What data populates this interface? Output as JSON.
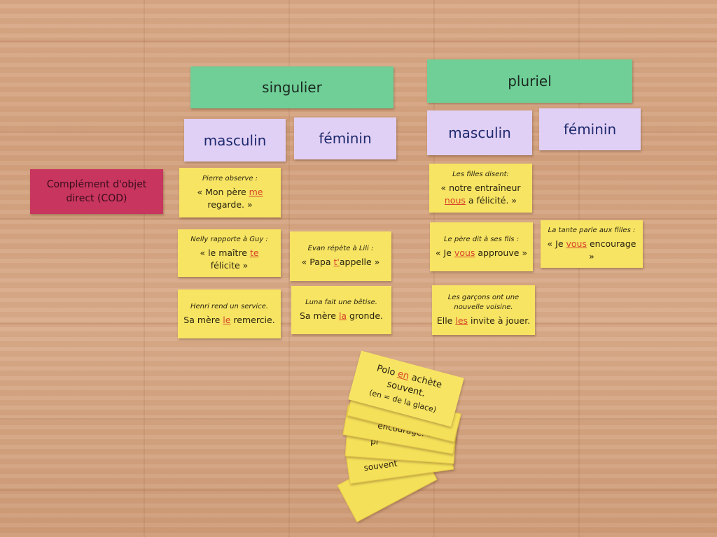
{
  "headers": {
    "singulier": "singulier",
    "pluriel": "pluriel",
    "sing_masculin": "masculin",
    "sing_feminin": "féminin",
    "plur_masculin": "masculin",
    "plur_feminin": "féminin"
  },
  "row_label": {
    "line1": "Complément d'objet",
    "line2": "direct (COD)"
  },
  "cards": {
    "pierre": {
      "intro": "Pierre observe :",
      "l1_before": "« Mon père ",
      "pron": "me",
      "l1_after": "",
      "l2": "regarde. »"
    },
    "filles": {
      "intro": "Les filles disent:",
      "l1": "« notre entraîneur",
      "pron": "nous",
      "l2_after": " a félicité. »"
    },
    "nelly": {
      "intro": "Nelly rapporte à Guy :",
      "l1_before": "« le maître ",
      "pron": "te",
      "l2": "félicite »"
    },
    "evan": {
      "intro": "Evan répète à Lili :",
      "l1_before": "« Papa ",
      "pron": "t'",
      "l1_after": "appelle »"
    },
    "pere": {
      "intro": "Le père dit à ses fils :",
      "l1_before": "« Je ",
      "pron": "vous",
      "l1_after": " approuve »"
    },
    "tante": {
      "intro": "La tante parle aux filles :",
      "l1_before": "« Je ",
      "pron": "vous",
      "l1_after": " encourage »"
    },
    "henri": {
      "intro": "Henri rend un service.",
      "l1_before": "Sa mère ",
      "pron": "le",
      "l1_after": " remercie."
    },
    "luna": {
      "intro": "Luna fait une bêtise.",
      "l1_before": "Sa mère ",
      "pron": "la",
      "l1_after": " gronde."
    },
    "garcons": {
      "intro1": "Les garçons ont une",
      "intro2": "nouvelle voisine.",
      "l1_before": "Elle ",
      "pron": "les",
      "l1_after": " invite à jouer."
    }
  },
  "pile": {
    "top_l1_before": "Polo ",
    "top_pron": "en",
    "top_l1_after": " achète",
    "top_l2": "souvent.",
    "top_l3": "(en = de la glace)",
    "under1": "encourage. »",
    "under2": "pr",
    "under3": "souvent"
  },
  "colors": {
    "green_header": "#6fcf97",
    "purple_header": "#e1d0f5",
    "cod_label": "#c8355e",
    "sentence_card": "#f7e463",
    "pronoun": "#d8452a"
  }
}
